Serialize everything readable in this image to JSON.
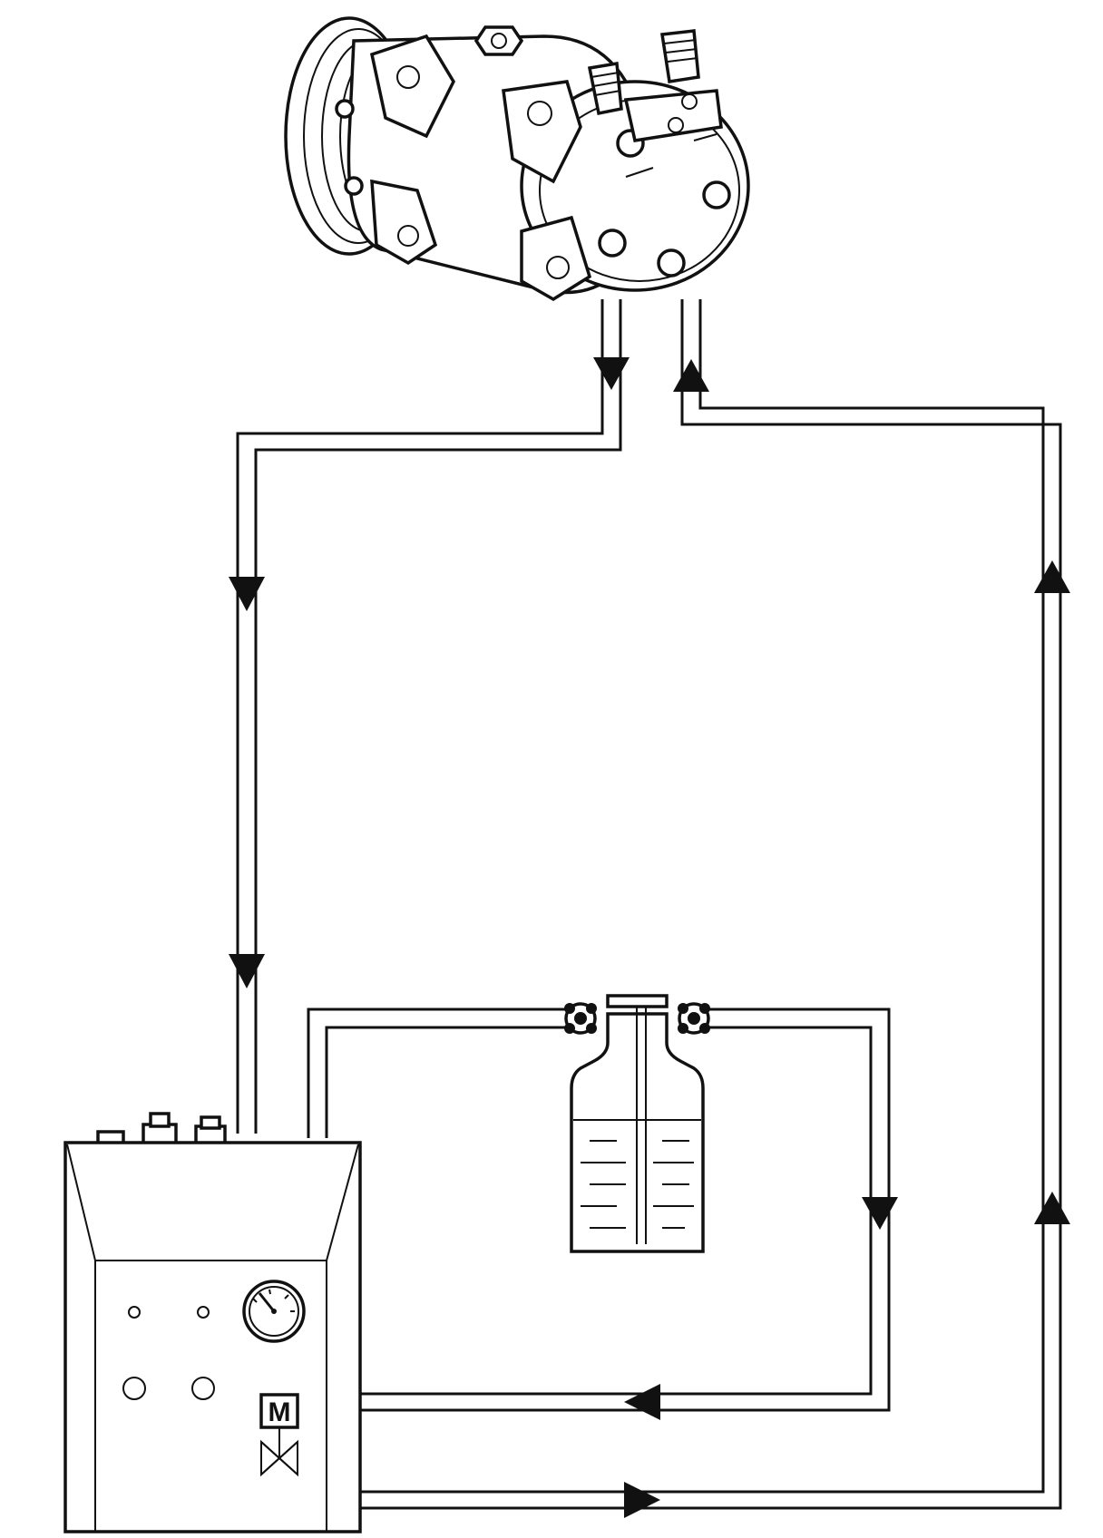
{
  "diagram": {
    "type": "compressor-flushing-circuit",
    "components": {
      "compressor": "compressor",
      "flushing_unit": "flushing-unit",
      "oil_reservoir": "oil-reservoir",
      "pressure_gauge": "pressure-gauge"
    },
    "motor_label": "M",
    "line_color": "#111111",
    "background_color": "#ffffff"
  }
}
